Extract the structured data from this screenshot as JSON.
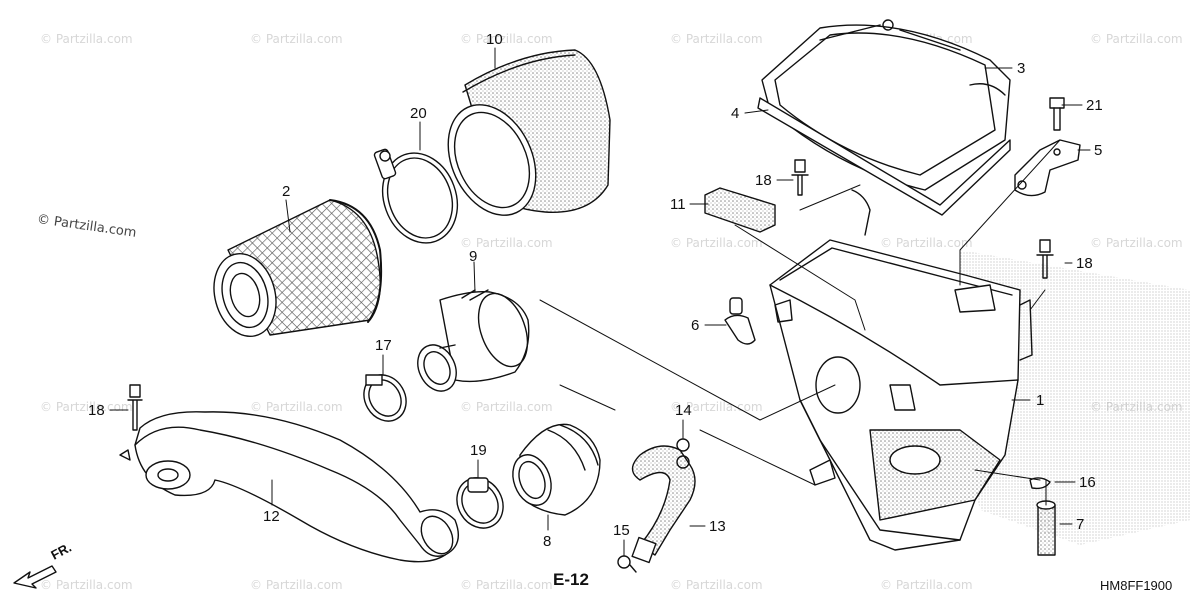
{
  "watermark": {
    "text": "© Partzilla.com",
    "main_text": "© Partzilla.com"
  },
  "callouts": [
    {
      "id": "1",
      "part": "air-cleaner-case"
    },
    {
      "id": "2",
      "part": "air-cleaner-element"
    },
    {
      "id": "3",
      "part": "air-cleaner-case-cover"
    },
    {
      "id": "4",
      "part": "cover-seal"
    },
    {
      "id": "5",
      "part": "bracket"
    },
    {
      "id": "6",
      "part": "clamp"
    },
    {
      "id": "7",
      "part": "drain-plug"
    },
    {
      "id": "8",
      "part": "connecting-tube"
    },
    {
      "id": "9",
      "part": "connecting-boot"
    },
    {
      "id": "10",
      "part": "pre-filter"
    },
    {
      "id": "11",
      "part": "foam-pad"
    },
    {
      "id": "12",
      "part": "intake-duct"
    },
    {
      "id": "13",
      "part": "breather-tube"
    },
    {
      "id": "14",
      "part": "hose-clip"
    },
    {
      "id": "15",
      "part": "hose-clip"
    },
    {
      "id": "16",
      "part": "tube-clip"
    },
    {
      "id": "17",
      "part": "band"
    },
    {
      "id": "18",
      "part": "push-rivet"
    },
    {
      "id": "19",
      "part": "band"
    },
    {
      "id": "20",
      "part": "band"
    },
    {
      "id": "21",
      "part": "bolt"
    }
  ],
  "reference": "E-12",
  "direction_label": "FR.",
  "diagram_code": "HM8FF1900",
  "colors": {
    "line": "#111111",
    "stipple": "#9a9a9a",
    "watermark": "#d7d7d7"
  },
  "icons": [
    "arrow-front-icon"
  ]
}
